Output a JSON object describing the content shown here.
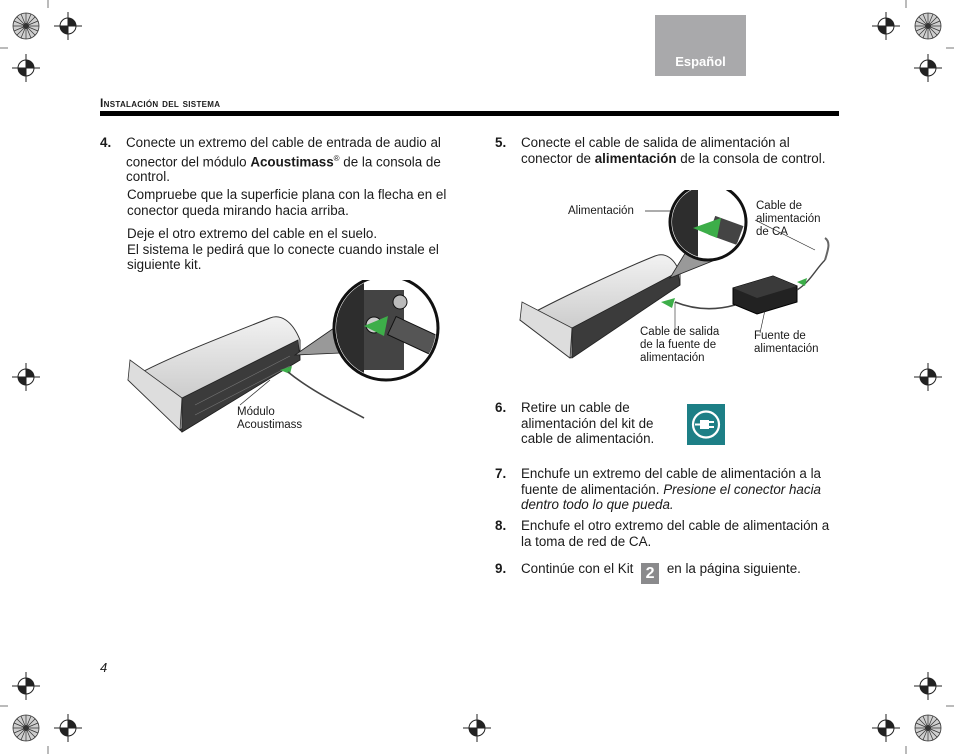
{
  "header": {
    "language_tab": "Español",
    "section_title": "Instalación del sistema"
  },
  "left_column": {
    "step4": {
      "number": "4.",
      "text_before_bold": "Conecte un extremo del cable de entrada de audio al conector del módulo ",
      "bold": "Acoustimass",
      "registered_mark": "®",
      "text_after_bold": " de la consola de control.",
      "note1": "Compruebe que la superficie plana con la flecha en el conector queda mirando hacia arriba.",
      "note2_line1": "Deje el otro extremo del cable en el suelo.",
      "note2_line2": "El sistema le pedirá que lo conecte cuando instale el siguiente kit."
    },
    "figure_callout_line1": "Módulo",
    "figure_callout_line2": "Acoustimass"
  },
  "right_column": {
    "step5": {
      "number": "5.",
      "text_before_bold": "Conecte el cable de salida de alimentación al conector de ",
      "bold": "alimentación",
      "text_after_bold": " de la consola de control."
    },
    "figure_callouts": {
      "power_line1": "Alimentación",
      "ac_cable_line1": "Cable de",
      "ac_cable_line2": "alimentación",
      "ac_cable_line3": "de CA",
      "output_cable_line1": "Cable de salida",
      "output_cable_line2": "de la fuente de",
      "output_cable_line3": "alimentación",
      "supply_line1": "Fuente de",
      "supply_line2": "alimentación"
    },
    "step6": {
      "number": "6.",
      "text": "Retire un cable de alimentación del kit de cable de alimentación.",
      "icon": "power-plug-icon"
    },
    "step7": {
      "number": "7.",
      "text": "Enchufe un extremo del cable de alimentación a la fuente de alimentación. ",
      "italic": "Presione el conector hacia dentro todo lo que pueda."
    },
    "step8": {
      "number": "8.",
      "text": " Enchufe el otro extremo del cable de alimentación a la toma de red de CA."
    },
    "step9": {
      "number": "9.",
      "text_before": "Continúe con el Kit ",
      "kit_number": "2",
      "text_after": " en la página siguiente."
    }
  },
  "footer": {
    "page_number": "4"
  },
  "colors": {
    "language_tab": "#a9a9ab",
    "arrow_green": "#3dae49",
    "icon_teal": "#1d7f86",
    "kit_badge": "#8a8a8c"
  }
}
